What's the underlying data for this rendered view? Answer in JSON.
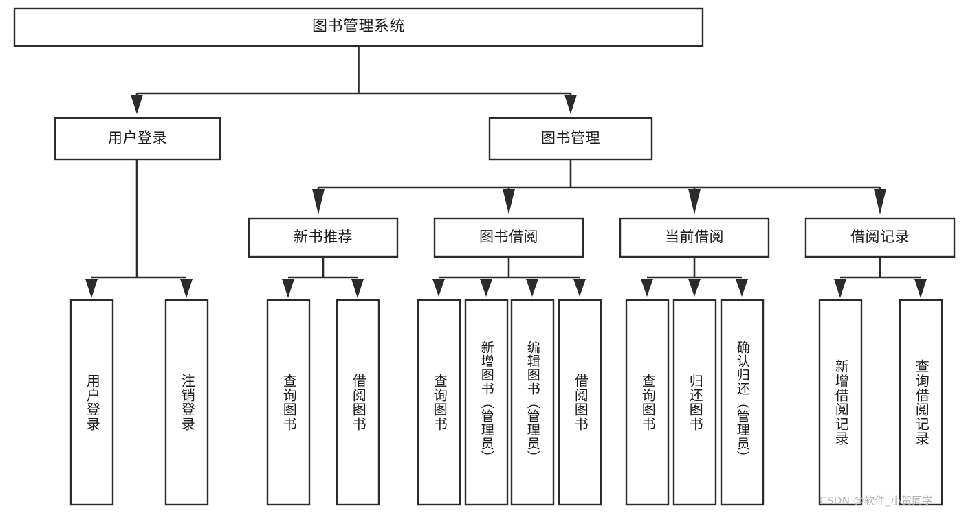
{
  "diagram": {
    "type": "hierarchy-tree",
    "title": "图书管理系统",
    "colors": {
      "background": "#ffffff",
      "box_fill": "#ffffff",
      "box_stroke": "#2b2b2b",
      "connector": "#2b2b2b",
      "text": "#1a1a1a",
      "watermark": "#b4b4b4"
    },
    "levels": {
      "level1": [
        {
          "id": "root",
          "label": "图书管理系统",
          "orientation": "horizontal"
        }
      ],
      "level2": [
        {
          "id": "user-login",
          "label": "用户登录",
          "orientation": "horizontal"
        },
        {
          "id": "book-manage",
          "label": "图书管理",
          "orientation": "horizontal"
        }
      ],
      "level3": [
        {
          "id": "new-book-recommend",
          "label": "新书推荐",
          "orientation": "horizontal"
        },
        {
          "id": "book-borrow",
          "label": "图书借阅",
          "orientation": "horizontal"
        },
        {
          "id": "current-borrow",
          "label": "当前借阅",
          "orientation": "horizontal"
        },
        {
          "id": "borrow-record",
          "label": "借阅记录",
          "orientation": "horizontal"
        }
      ],
      "leaves": [
        {
          "id": "leaf-user-login",
          "label": "用户登录",
          "parent": "user-login",
          "orientation": "vertical"
        },
        {
          "id": "leaf-user-logout",
          "label": "注销登录",
          "parent": "user-login",
          "orientation": "vertical"
        },
        {
          "id": "leaf-query-book-1",
          "label": "查询图书",
          "parent": "new-book-recommend",
          "orientation": "vertical"
        },
        {
          "id": "leaf-borrow-book-1",
          "label": "借阅图书",
          "parent": "new-book-recommend",
          "orientation": "vertical"
        },
        {
          "id": "leaf-query-book-2",
          "label": "查询图书",
          "parent": "book-borrow",
          "orientation": "vertical"
        },
        {
          "id": "leaf-add-book",
          "label": "新增图书（管理员）",
          "parent": "book-borrow",
          "orientation": "vertical"
        },
        {
          "id": "leaf-edit-book",
          "label": "编辑图书（管理员）",
          "parent": "book-borrow",
          "orientation": "vertical"
        },
        {
          "id": "leaf-borrow-book-2",
          "label": "借阅图书",
          "parent": "book-borrow",
          "orientation": "vertical"
        },
        {
          "id": "leaf-query-book-3",
          "label": "查询图书",
          "parent": "current-borrow",
          "orientation": "vertical"
        },
        {
          "id": "leaf-return-book",
          "label": "归还图书",
          "parent": "current-borrow",
          "orientation": "vertical"
        },
        {
          "id": "leaf-confirm-return",
          "label": "确认归还（管理员）",
          "parent": "current-borrow",
          "orientation": "vertical"
        },
        {
          "id": "leaf-add-record",
          "label": "新增借阅记录",
          "parent": "borrow-record",
          "orientation": "vertical"
        },
        {
          "id": "leaf-query-record",
          "label": "查询借阅记录",
          "parent": "borrow-record",
          "orientation": "vertical"
        }
      ]
    },
    "watermark": "CSDN @软件_小贺同学"
  }
}
